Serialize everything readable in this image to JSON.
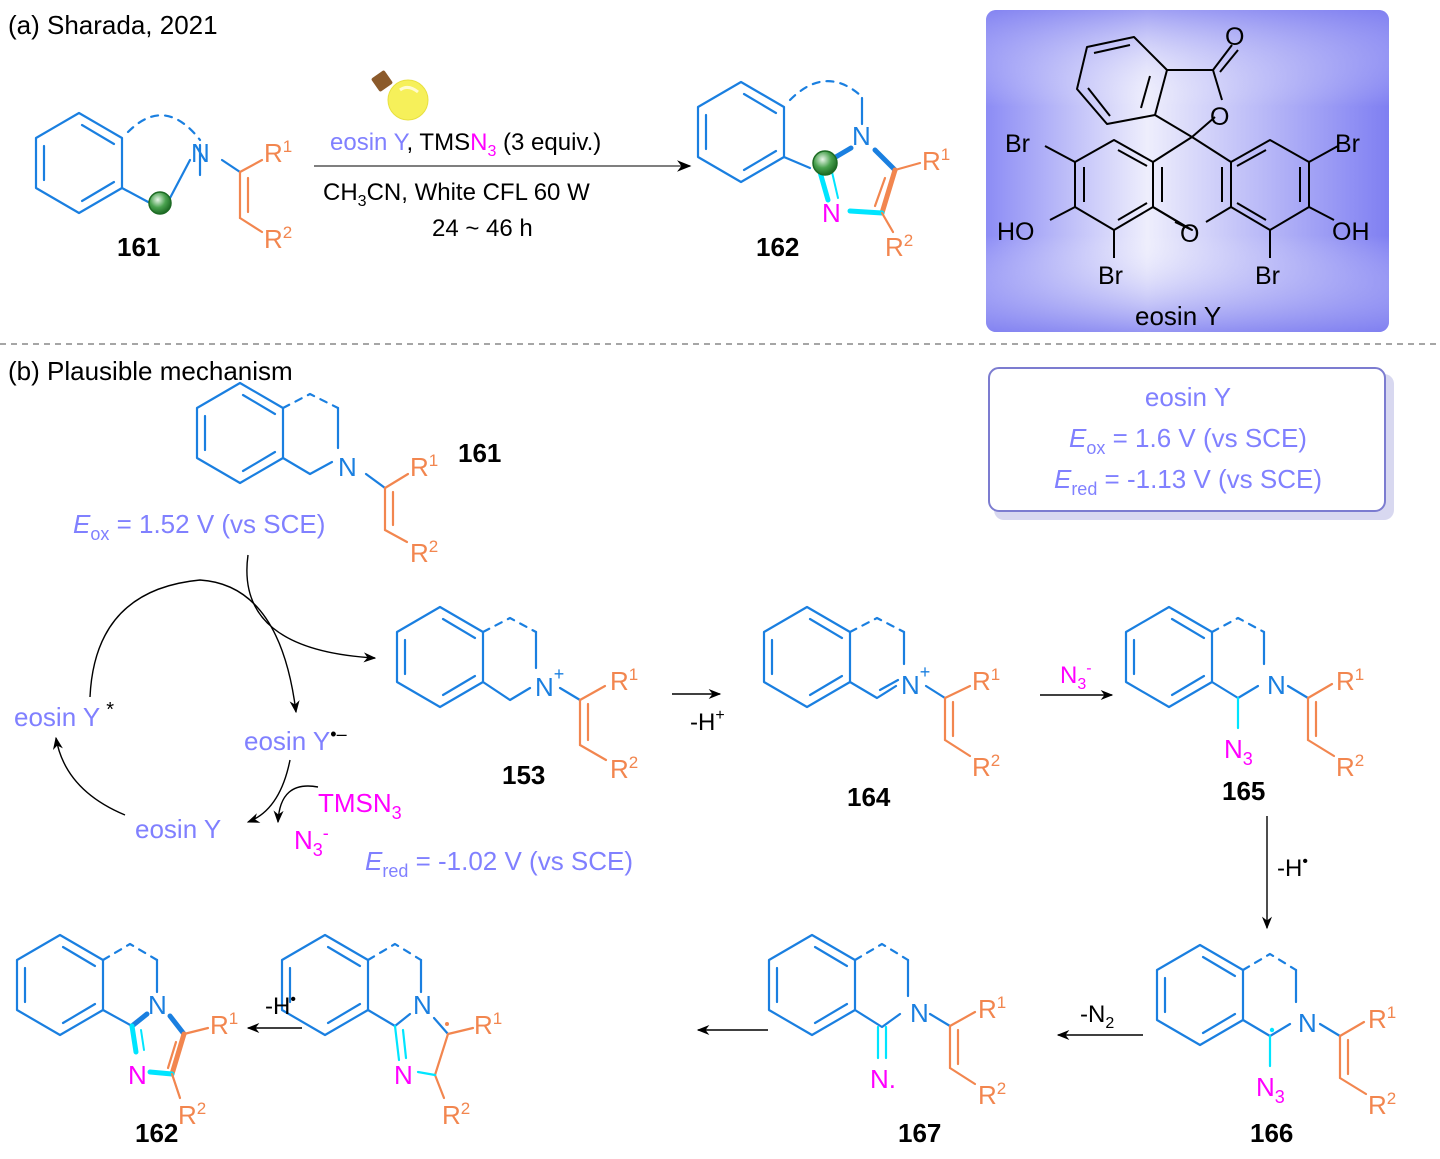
{
  "section_a": {
    "title": "(a) Sharada, 2021",
    "reactant_label": "161",
    "product_label": "162",
    "reagents_line1": {
      "catalyst": "eosin Y",
      "sep": ", TMS",
      "azide": "N",
      "azide_sub": "3",
      "equiv": " (3 equiv.)"
    },
    "conditions_line2": {
      "pre": "CH",
      "sub": "3",
      "post": "CN, White CFL 60 W"
    },
    "conditions_line3": "24 ~ 46 h",
    "light_icon": "light-bulb-icon",
    "catalyst_box": {
      "name": "eosin Y",
      "atoms": {
        "carbonyl_o": "O",
        "ring_o": "O",
        "xanthene_o": "O",
        "br_tl": "Br",
        "br_tr": "Br",
        "br_bl": "Br",
        "br_br": "Br",
        "ho_left": "HO",
        "oh_right": "OH"
      }
    }
  },
  "section_b": {
    "title": "(b) Plausible mechanism",
    "substrate": {
      "label": "161",
      "eox_symbol": "E",
      "eox_sub": "ox",
      "eox_value": " = 1.52 V (vs SCE)"
    },
    "eosin_info": {
      "name": "eosin Y",
      "eox_sub": "ox",
      "eox_value": " = 1.6 V (vs SCE)",
      "ered_sub": "red",
      "ered_value": " = -1.13 V (vs SCE)",
      "symbol": "E"
    },
    "cycle": {
      "excited": "eosin Y",
      "excited_mark": "*",
      "radical_anion": "eosin Y",
      "radical_anion_mark": "•–",
      "ground": "eosin Y",
      "tmsn3": "TMSN",
      "tmsn3_sub": "3",
      "azide": "N",
      "azide_sub": "3",
      "azide_sup": "-",
      "ered_symbol": "E",
      "ered_sub": "red",
      "ered_value": " = -1.02 V (vs SCE)"
    },
    "intermediates": [
      "153",
      "164",
      "165",
      "166",
      "167",
      "162"
    ],
    "steps": {
      "s1": {
        "text": "-H",
        "sup": "+"
      },
      "s2": {
        "text": "N",
        "sub": "3",
        "sup": "-"
      },
      "s3": {
        "text": "-H",
        "sup": "•"
      },
      "s4": {
        "text": "-N",
        "sub": "2"
      },
      "s5": {
        "text": ""
      },
      "s6": {
        "text": "-H",
        "sup": "•"
      }
    },
    "atoms": {
      "N": "N",
      "R": "R",
      "one": "1",
      "two": "2",
      "plus": "+",
      "N3": "N",
      "three": "3",
      "rad_n": "N."
    }
  },
  "colors": {
    "core": "#1a7fe0",
    "vinyl": "#f2864f",
    "azide": "#ff00ff",
    "photocatalyst": "#8080ff",
    "new_bond": "#00e5ff",
    "ball": "#2e8b3a",
    "box_fill": "#9d9df5"
  }
}
